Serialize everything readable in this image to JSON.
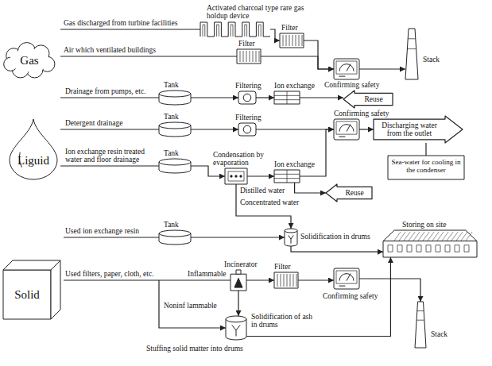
{
  "diagram": {
    "nodes": [
      {
        "text": [
          "Gas"
        ]
      },
      {
        "text": [
          "Activated charcoal type rare gas holdup device"
        ]
      },
      {
        "text": [
          "Filter"
        ]
      },
      {
        "text": [
          "Filter"
        ]
      },
      {
        "text": [
          "Confirming safety"
        ]
      },
      {
        "text": [
          "Stack"
        ]
      },
      {
        "text": [
          "Liguid"
        ]
      },
      {
        "text": [
          "Tank"
        ]
      },
      {
        "text": [
          "Filtering"
        ]
      },
      {
        "text": [
          "Ion exchange"
        ]
      },
      {
        "text": [
          "Reuse"
        ]
      },
      {
        "text": [
          "Tank"
        ]
      },
      {
        "text": [
          "Filtering"
        ]
      },
      {
        "text": [
          "Confirming safety"
        ]
      },
      {
        "text": [
          "Discharging water from the outlet"
        ]
      },
      {
        "text": [
          "Sea-water for cooling in the condenser"
        ]
      },
      {
        "text": [
          "Tank"
        ]
      },
      {
        "text": [
          "Condensation by evaporation"
        ]
      },
      {
        "text": [
          "Ion exchange"
        ]
      },
      {
        "text": [
          "Reuse"
        ]
      },
      {
        "text": [
          "Solid"
        ]
      },
      {
        "text": [
          "Tank"
        ]
      },
      {
        "text": [
          "Solidification in drums"
        ]
      },
      {
        "text": [
          "Storing on site"
        ]
      },
      {
        "text": [
          "Incinerator"
        ]
      },
      {
        "text": [
          "Filter"
        ]
      },
      {
        "text": [
          "Confirming safety"
        ]
      },
      {
        "text": [
          "Stack"
        ]
      },
      {
        "text": [
          "Solidification of ash in drums",
          "Stuffing solid matter into drums"
        ]
      }
    ],
    "edges": [
      {
        "from": 1,
        "to": 2,
        "arrow": "to"
      },
      {
        "from": 2,
        "to": 4,
        "arrow": "to"
      },
      {
        "from": 3,
        "to": 4,
        "arrow": "to"
      },
      {
        "from": 4,
        "to": 5,
        "arrow": "to"
      },
      {
        "from": 7,
        "to": 8,
        "arrow": "to"
      },
      {
        "from": 8,
        "to": 9,
        "arrow": "to"
      },
      {
        "from": 9,
        "to": 10,
        "arrow": "to"
      },
      {
        "from": 11,
        "to": 12,
        "arrow": "to"
      },
      {
        "from": 12,
        "to": 13,
        "arrow": "to"
      },
      {
        "from": 13,
        "to": 14,
        "arrow": "to"
      },
      {
        "from": 15,
        "to": 14,
        "arrow": "none"
      },
      {
        "from": 16,
        "to": 17,
        "arrow": "to"
      },
      {
        "from": 17,
        "to": 18,
        "arrow": "to"
      },
      {
        "from": 18,
        "to": 13,
        "arrow": "to"
      },
      {
        "from": 18,
        "to": 19,
        "arrow": "to"
      },
      {
        "from": 17,
        "to": 22,
        "arrow": "to"
      },
      {
        "from": 21,
        "to": 22,
        "arrow": "to"
      },
      {
        "from": 22,
        "to": 23,
        "arrow": "to"
      },
      {
        "from": 24,
        "to": 25,
        "arrow": "to"
      },
      {
        "from": 25,
        "to": 26,
        "arrow": "to"
      },
      {
        "from": 26,
        "to": 27,
        "arrow": "to"
      },
      {
        "from": 24,
        "to": 28,
        "arrow": "to"
      },
      {
        "from": 28,
        "to": 23,
        "arrow": "to"
      }
    ],
    "labels": [
      "Gas discharged from turbine facilities",
      "Air which ventilated buildings",
      "Drainage from pumps, etc.",
      "Detergent drainage",
      "Ion exchange resin treated water and floor drainage",
      "Distilled water",
      "Concentrated water",
      "Used ion exchange resin",
      "Used filters, paper, cloth, etc.",
      "Inflammable",
      "Noninf lammable"
    ]
  }
}
